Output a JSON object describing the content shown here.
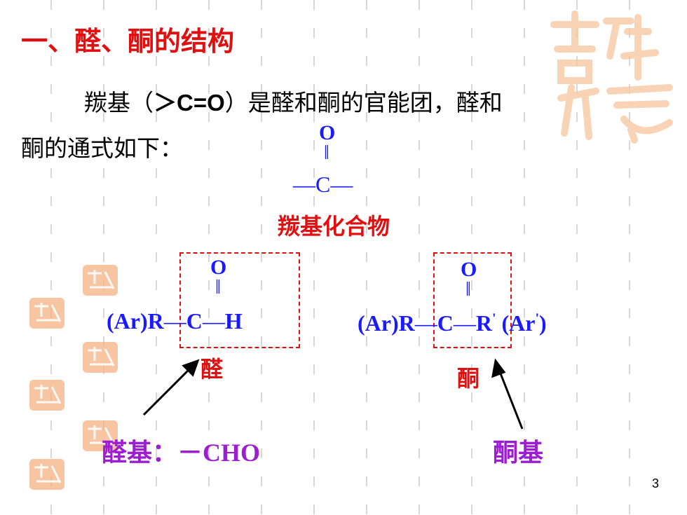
{
  "slide": {
    "title": "一、醛、酮的结构",
    "intro_line1_a": "羰基（",
    "intro_line1_formula": "＞C=O",
    "intro_line1_b": "）是醛和酮的官能团，醛和",
    "intro_line2": "酮的通式如下：",
    "page_number": "3"
  },
  "carbonyl": {
    "o": "O",
    "double_bond": "‖",
    "c_group": "—C—",
    "caption": "羰基化合物"
  },
  "aldehyde": {
    "left": "(Ar)R",
    "bond1": "—",
    "c": "C",
    "bond2": "—",
    "right": "H",
    "o": "O",
    "double_bond": "‖",
    "label": "醛",
    "group_label": "醛基：",
    "group_formula": "－CHO"
  },
  "ketone": {
    "left": "(Ar)R",
    "bond1": "—",
    "c": "C",
    "bond2": "—",
    "right_r": "R",
    "prime1": "'",
    "right_ar_open": " (Ar",
    "prime2": "'",
    "right_ar_close": ")",
    "o": "O",
    "double_bond": "‖",
    "label": "酮",
    "group_label": "酮基"
  },
  "colors": {
    "title": "#e01010",
    "chem_blue": "#1a1aff",
    "label_red": "#e01010",
    "group_purple": "#9b1fd0",
    "seal_orange": "#f7b98a"
  },
  "icons": {
    "seal": "auspicious-seal-icon"
  }
}
